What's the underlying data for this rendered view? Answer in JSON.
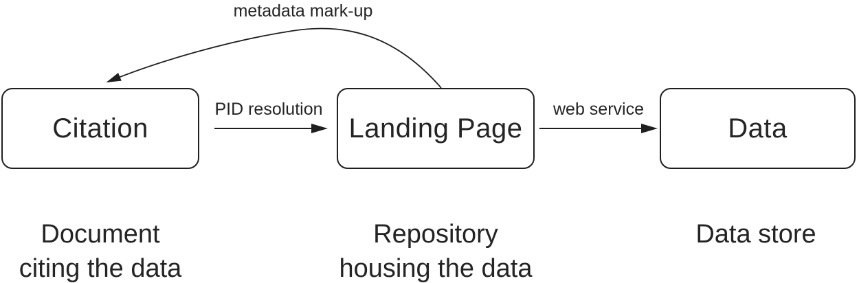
{
  "diagram": {
    "background_color": "#ffffff",
    "stroke_color": "#1f1f1f",
    "text_color": "#242424",
    "nodes": [
      {
        "id": "citation",
        "label": "Citation",
        "caption": "Document\nciting the data"
      },
      {
        "id": "landing-page",
        "label": "Landing Page",
        "caption": "Repository\nhousing the data"
      },
      {
        "id": "data",
        "label": "Data",
        "caption": "Data store"
      }
    ],
    "edges": [
      {
        "id": "pid-resolution",
        "label": "PID resolution",
        "from": "Citation",
        "to": "Landing Page",
        "style": "straight"
      },
      {
        "id": "web-service",
        "label": "web service",
        "from": "Landing Page",
        "to": "Data",
        "style": "straight"
      },
      {
        "id": "metadata-markup",
        "label": "metadata mark-up",
        "from": "Landing Page",
        "to": "Citation",
        "style": "curved"
      }
    ]
  }
}
